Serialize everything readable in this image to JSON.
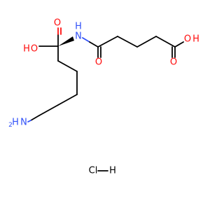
{
  "molecule": {
    "atoms": {
      "carboxyl_o_top": "O",
      "carboxyl_oh": "O",
      "oh_h_left": "H",
      "amide_n": "N",
      "amide_h": "H",
      "amide_o": "O",
      "acid_o_top": "O",
      "acid_oh": "O",
      "acid_h": "H",
      "amine_n": "N",
      "amine_h2": "H",
      "amine_h2_sub": "2",
      "hcl_cl": "Cl",
      "hcl_h": "H"
    },
    "colors": {
      "oxygen": "#ff0d0d",
      "nitrogen": "#3050f8",
      "carbon": "#000000"
    }
  }
}
